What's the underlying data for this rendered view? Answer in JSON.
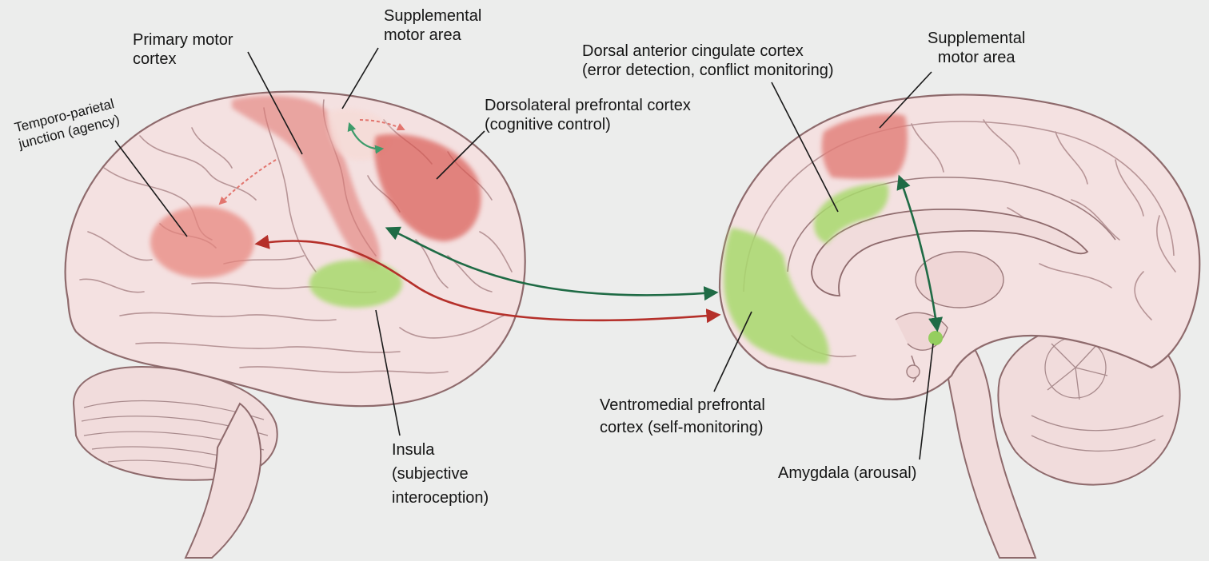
{
  "figure": {
    "colors": {
      "background": "#ecedec",
      "brain": "#f4e1e1",
      "brain_outline": "#8e6a6c",
      "red_region": "#e27c76",
      "green_region": "#a8d96d",
      "green_arrow": "#1f6b45",
      "red_arrow": "#b5302a"
    },
    "lateral_view": {
      "labels": {
        "primary_motor_cortex": [
          "Primary motor",
          "cortex"
        ],
        "supplemental_motor_area": [
          "Supplemental",
          "motor area"
        ],
        "temporo_parietal_junction": [
          "Temporo-parietal",
          "junction (agency)"
        ],
        "dorsolateral_prefrontal_cortex": [
          "Dorsolateral prefrontal cortex",
          "(cognitive control)"
        ],
        "insula": [
          "Insula",
          "(subjective",
          "interoception)"
        ]
      }
    },
    "medial_view": {
      "labels": {
        "dorsal_anterior_cingulate_cortex": [
          "Dorsal anterior cingulate cortex",
          "(error detection, conflict monitoring)"
        ],
        "supplemental_motor_area": [
          "Supplemental",
          "motor area"
        ],
        "ventromedial_prefrontal_cortex": [
          "Ventromedial prefrontal",
          "cortex (self-monitoring)"
        ],
        "amygdala": "Amygdala  (arousal)"
      }
    }
  }
}
